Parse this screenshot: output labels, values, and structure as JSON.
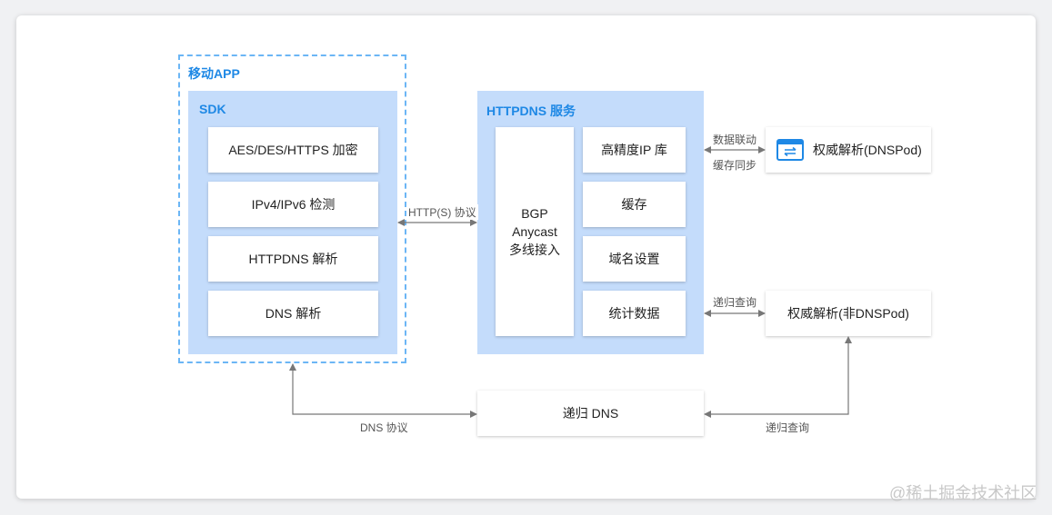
{
  "mobile": {
    "title": "移动APP",
    "sdk_title": "SDK",
    "items": [
      "AES/DES/HTTPS 加密",
      "IPv4/IPv6 检测",
      "HTTPDNS 解析",
      "DNS 解析"
    ]
  },
  "httpdns": {
    "title": "HTTPDNS 服务",
    "bgp": [
      "BGP",
      "Anycast",
      "多线接入"
    ],
    "items": [
      "高精度IP 库",
      "缓存",
      "域名设置",
      "统计数据"
    ]
  },
  "auth_dnspod": "权威解析(DNSPod)",
  "auth_non_dnspod": "权威解析(非DNSPod)",
  "recursive_dns": "递归 DNS",
  "edge_labels": {
    "http_protocol": "HTTP(S) 协议",
    "data_link": "数据联动",
    "cache_sync": "缓存同步",
    "recursive_query_1": "递归查询",
    "recursive_query_2": "递归查询",
    "dns_protocol": "DNS 协议"
  },
  "watermark": "@稀土掘金技术社区",
  "colors": {
    "accent": "#1e88e5",
    "panel": "#c4dcfb",
    "dashed_border": "#6cb6f5",
    "arrow": "#777777"
  },
  "icons": [
    "dnspod-icon"
  ]
}
